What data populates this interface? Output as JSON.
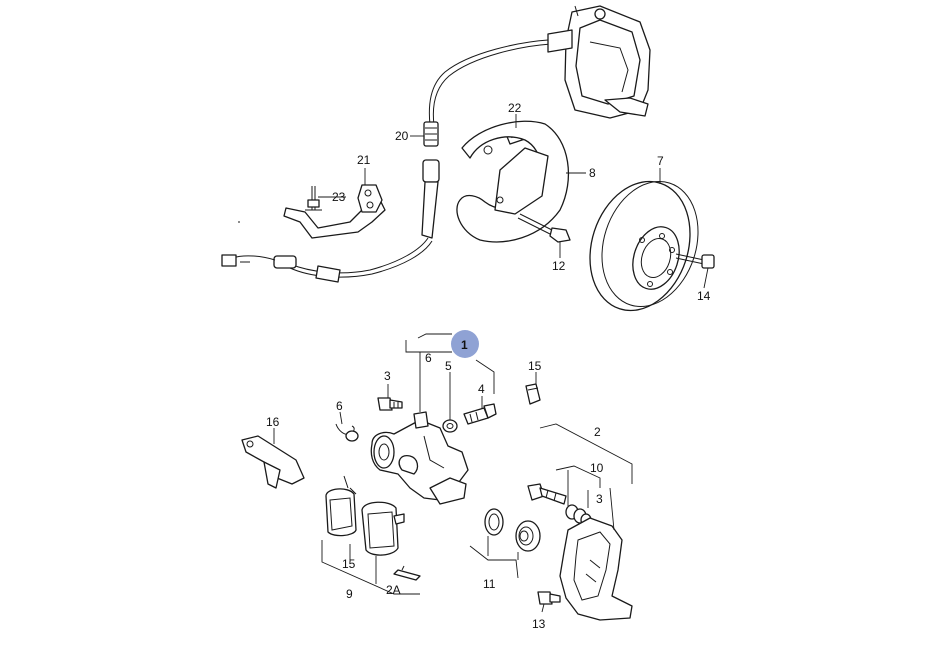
{
  "callouts": {
    "c20": "20",
    "c21": "21",
    "c22": "22",
    "c23": "23",
    "c7": "7",
    "c8": "8",
    "c12": "12",
    "c14": "14",
    "c1": "1",
    "c6": "6",
    "c5": "5",
    "c4": "4",
    "c3": "3",
    "c15": "15",
    "c6b": "6",
    "c16": "16",
    "c2": "2",
    "c10": "10",
    "c3b": "3",
    "c15b": "15",
    "c9": "9",
    "c2a": "2A",
    "c11": "11",
    "c13": "13"
  },
  "highlight": {
    "color": "#8fa2d4",
    "callout": "1"
  }
}
